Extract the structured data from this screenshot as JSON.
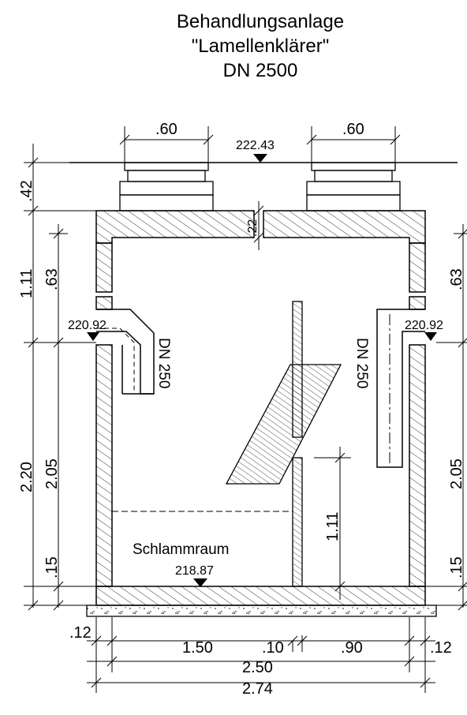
{
  "title": {
    "line1": "Behandlungsanlage",
    "line2": "\"Lamellenklärer\"",
    "line3": "DN 2500"
  },
  "levels": {
    "ground": "222.43",
    "inlet": "220.92",
    "outlet": "220.92",
    "bottom": "218.87"
  },
  "labels": {
    "inlet_pipe": "DN 250",
    "outlet_pipe": "DN 250",
    "sludge_zone": "Schlammraum"
  },
  "dimensions": {
    "manhole_width_left": ".60",
    "manhole_width_right": ".60",
    "cover_thickness": ".22",
    "top_height": ".42",
    "upper_height": "1.11",
    "upper_sub_left": ".63",
    "upper_sub_right": ".63",
    "lower_height": "2.20",
    "lower_sub_left": "2.05",
    "lower_sub_right": "2.05",
    "base_left": ".15",
    "base_right": ".15",
    "baffle_height": "1.11",
    "wall_left": ".12",
    "wall_right": ".12",
    "chamber_left": "1.50",
    "baffle_thickness": ".10",
    "chamber_right": ".90",
    "inner_width": "2.50",
    "outer_width": "2.74"
  }
}
